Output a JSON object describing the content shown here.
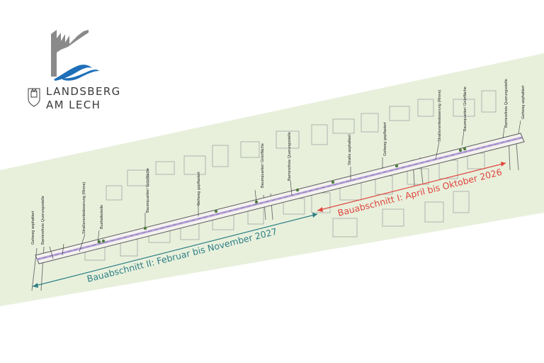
{
  "logo": {
    "line1": "LANDSBERG",
    "line2": "AM LECH",
    "colors": {
      "blue": "#1f6fb8",
      "gray": "#8a8a8a"
    }
  },
  "phases": {
    "phase1": {
      "label": "Bauabschnitt I: April bis Oktober 2026",
      "color": "#e0463f"
    },
    "phase2": {
      "label": "Bauabschnitt II: Februar bis November 2027",
      "color": "#2f7f86"
    }
  },
  "annotations": {
    "a_west1": "Gehweg asphaltiert",
    "a_west2": "Barrierefreie Querungsstelle",
    "a_west3": "Straßenentwässerung (Rinne)",
    "a_west4": "Bushaltestelle",
    "a_mid1": "Baumquartier/ Grünfläche",
    "a_mid2": "Gehweg gepflastert",
    "a_mid3": "Baumquartier/ Grünfläche",
    "a_mid4": "Barrierefreie Querungsstelle",
    "a_mid5": "Straße asphaltiert",
    "a_mid6": "Gehweg gepflastert",
    "a_east1": "Straßenentwässerung (Rinne)",
    "a_east2": "Baumquartier/ Grünfläche",
    "a_east3": "Barrierefreie Querungsstelle",
    "a_east4": "Gehweg asphaltiert"
  },
  "colors": {
    "band": "#e8f0dc",
    "building": "#9a9a9a",
    "road": "#5a5a5a",
    "bikelane": "#b7a3d8"
  }
}
